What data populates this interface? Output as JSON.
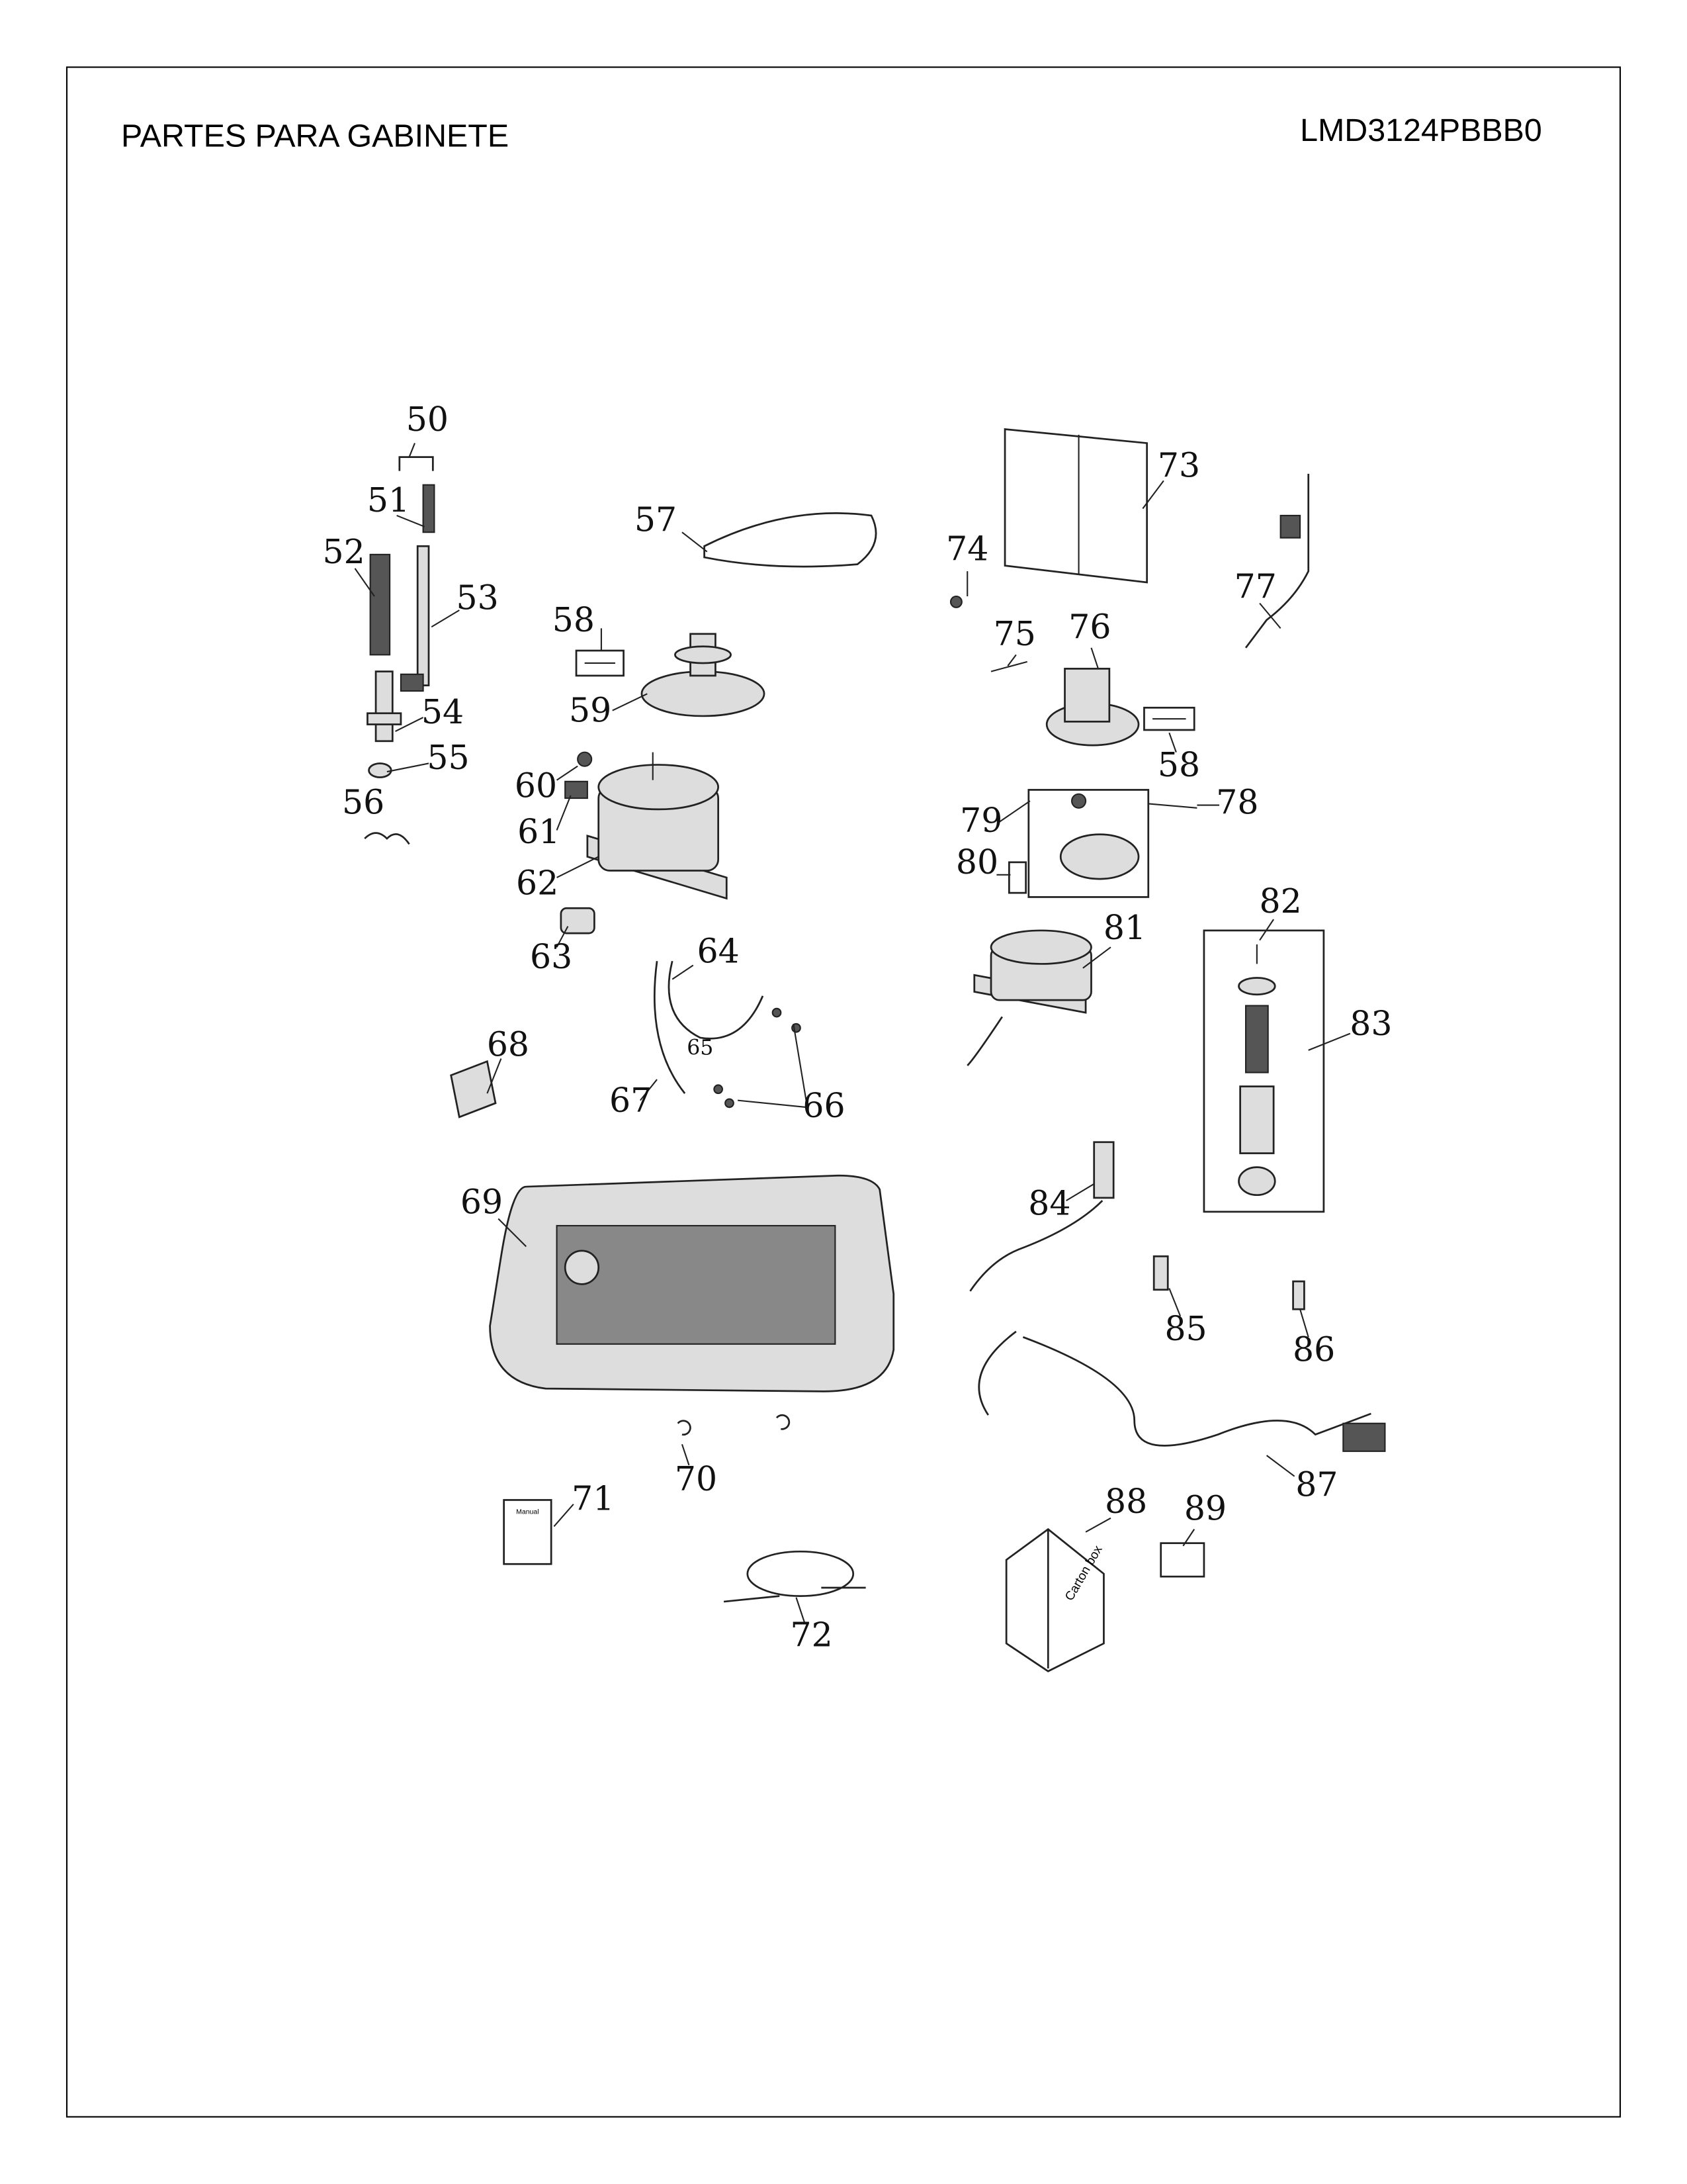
{
  "header": {
    "title": "PARTES PARA GABINETE",
    "model": "LMD3124PBBB0"
  },
  "parts": {
    "p50": "50",
    "p51": "51",
    "p52": "52",
    "p53": "53",
    "p54": "54",
    "p55": "55",
    "p56": "56",
    "p57": "57",
    "p58a": "58",
    "p59": "59",
    "p60": "60",
    "p61": "61",
    "p62": "62",
    "p63": "63",
    "p64": "64",
    "p65": "65",
    "p66": "66",
    "p67": "67",
    "p68": "68",
    "p69": "69",
    "p70": "70",
    "p71": "71",
    "p72": "72",
    "p73": "73",
    "p74": "74",
    "p75": "75",
    "p76": "76",
    "p77": "77",
    "p58b": "58",
    "p78": "78",
    "p79": "79",
    "p80": "80",
    "p81": "81",
    "p82": "82",
    "p83": "83",
    "p84": "84",
    "p85": "85",
    "p86": "86",
    "p87": "87",
    "p88": "88",
    "p89": "89"
  },
  "item_text": {
    "manual": "Manual",
    "carton": "Carton box"
  }
}
